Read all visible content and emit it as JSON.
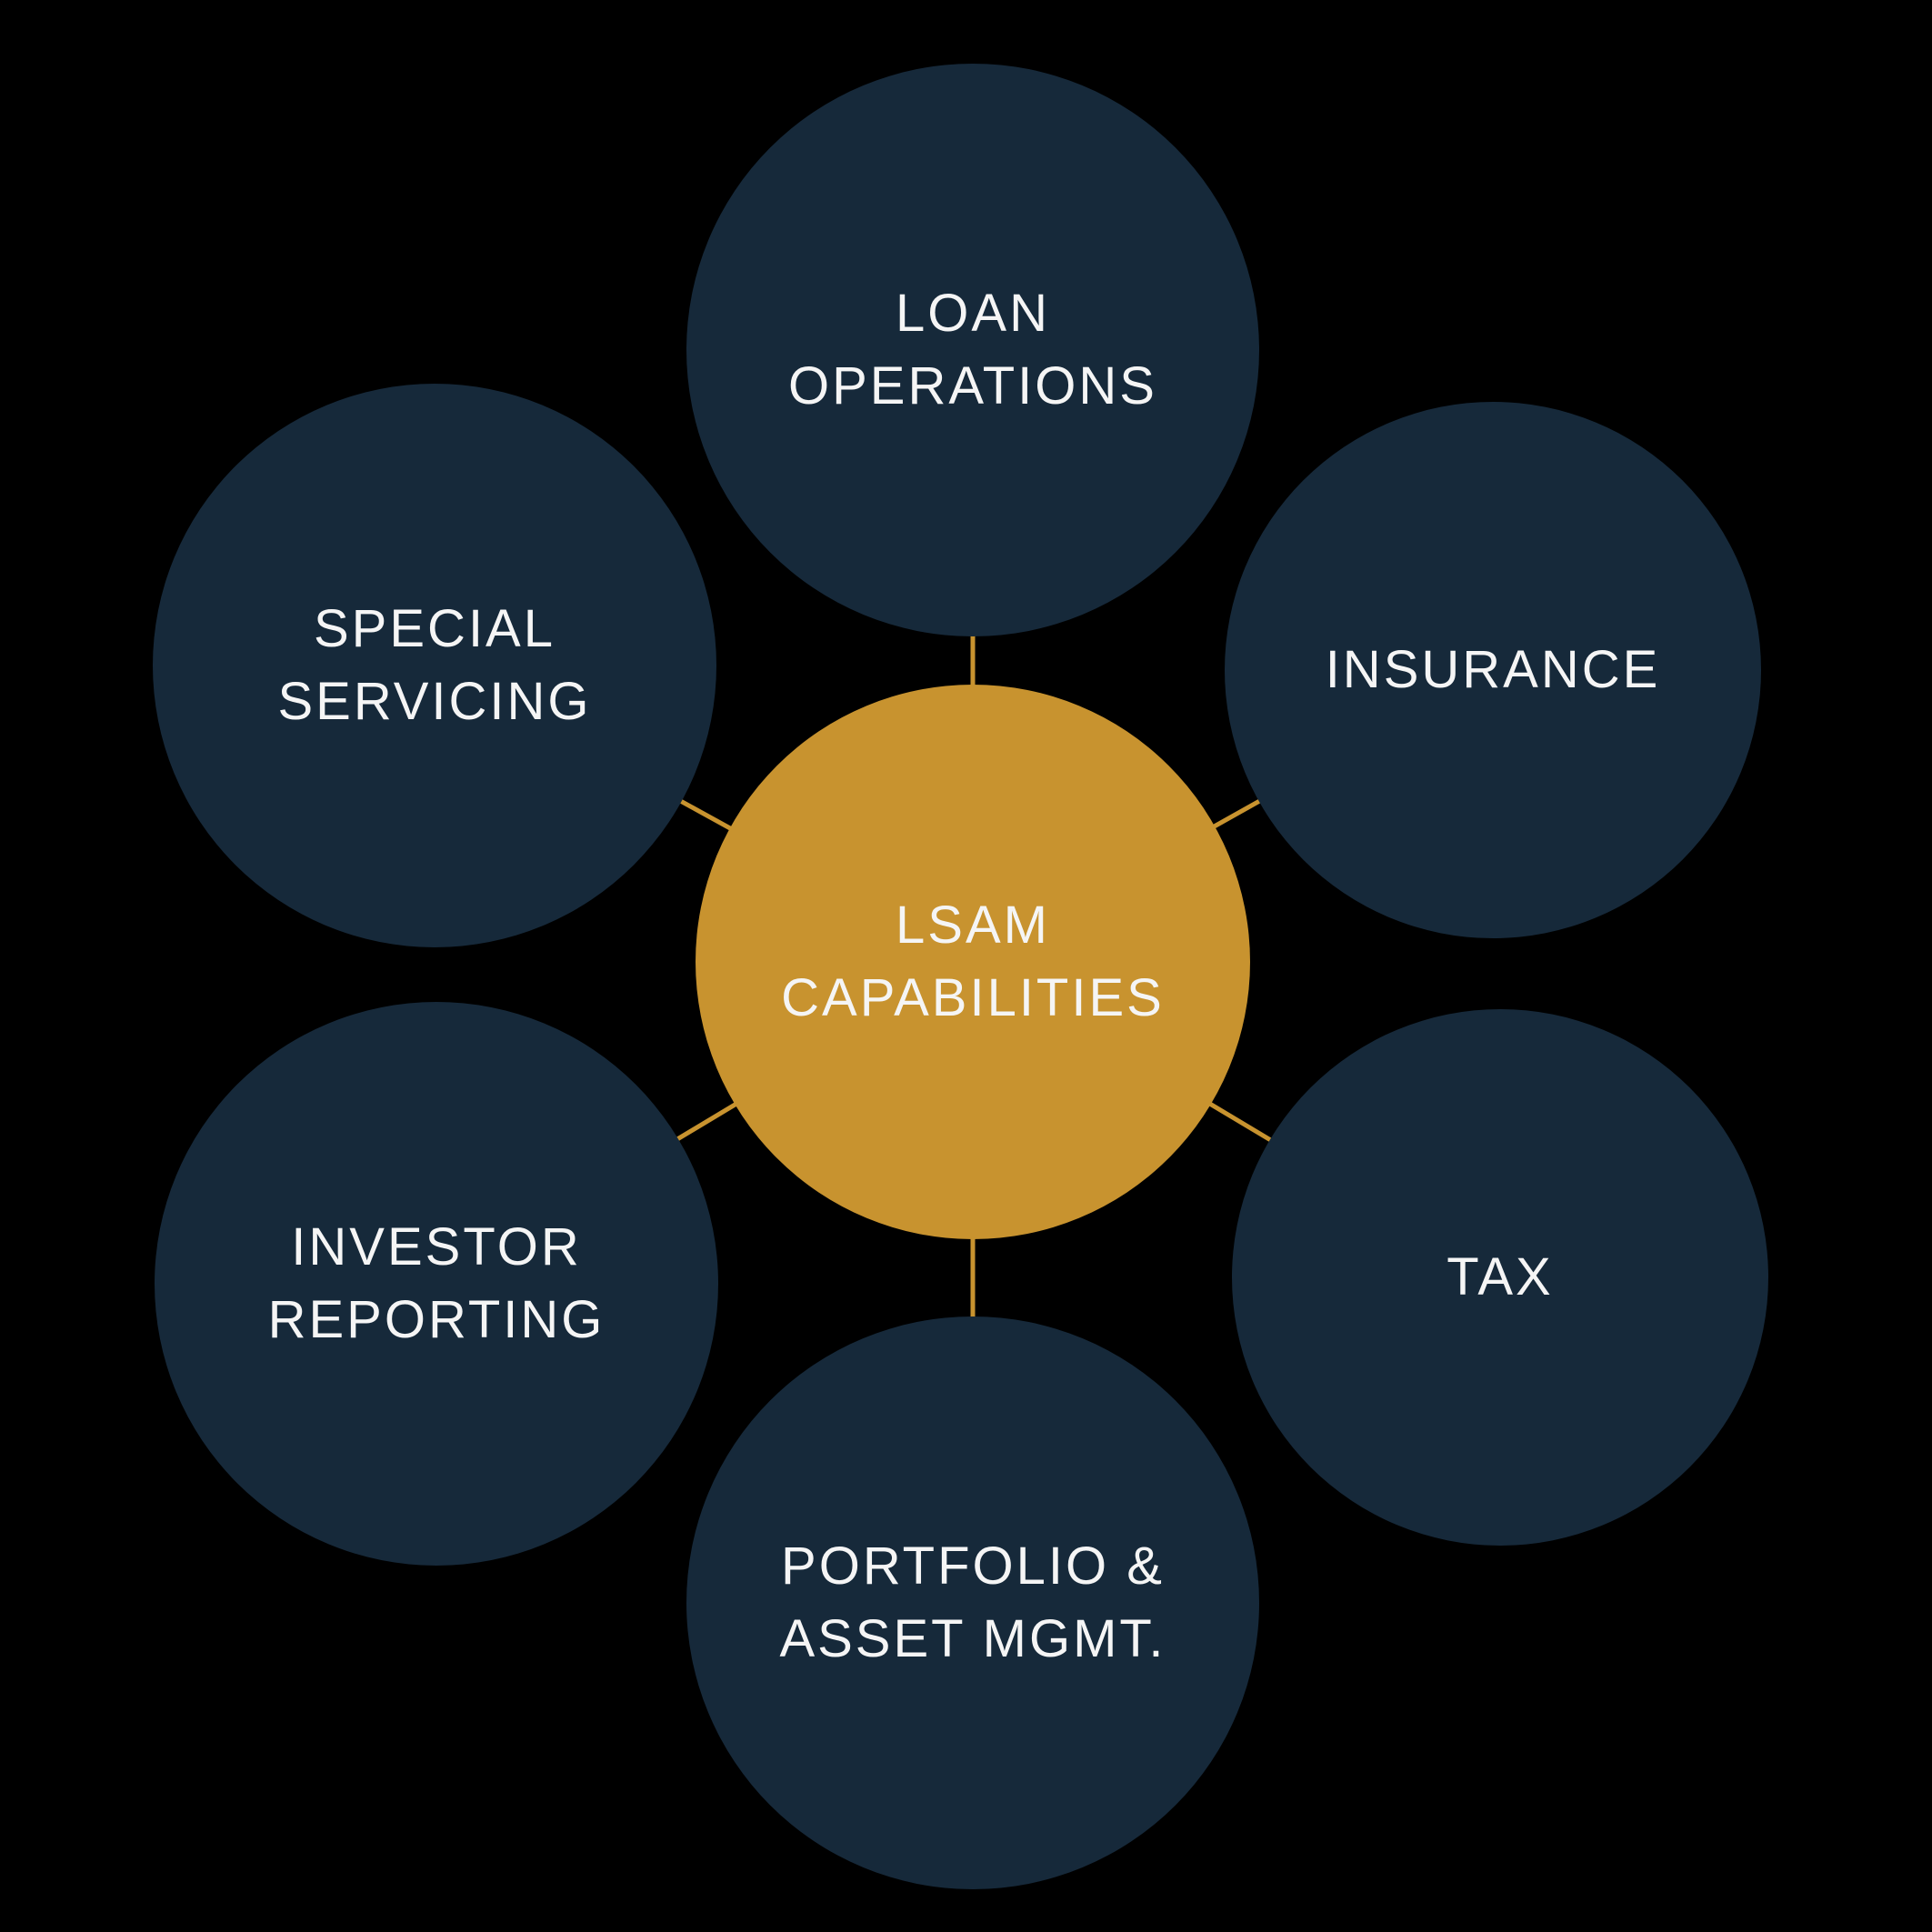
{
  "diagram": {
    "type": "hub-and-spoke",
    "title": "LSAM Capabilities diagram",
    "colors": {
      "background": "#000000",
      "satellite_circle": "#16293a",
      "center_circle": "#c8932f",
      "connector_line": "#c8932f",
      "text": "#f5f5f5"
    },
    "center": {
      "id": "lsam-capabilities",
      "label": "LSAM CAPABILITIES"
    },
    "nodes": [
      {
        "id": "loan-operations",
        "label": "LOAN OPERATIONS",
        "position": "top"
      },
      {
        "id": "insurance",
        "label": "INSURANCE",
        "position": "top-right"
      },
      {
        "id": "tax",
        "label": "TAX",
        "position": "bottom-right"
      },
      {
        "id": "portfolio-asset-mgmt",
        "label": "PORTFOLIO & ASSET MGMT.",
        "position": "bottom"
      },
      {
        "id": "investor-reporting",
        "label": "INVESTOR REPORTING",
        "position": "bottom-left"
      },
      {
        "id": "special-servicing",
        "label": "SPECIAL SERVICING",
        "position": "top-left"
      }
    ]
  }
}
